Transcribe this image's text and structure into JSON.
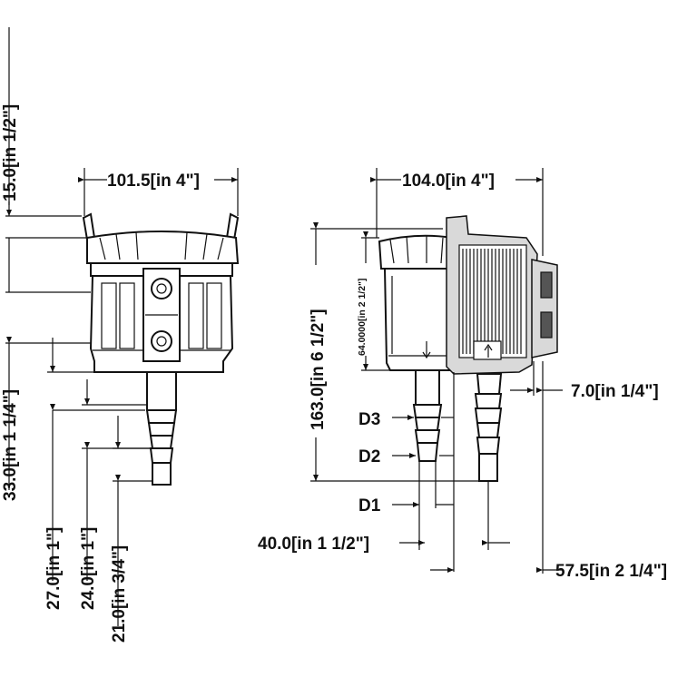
{
  "front_view": {
    "width_label": "101.5[in 4\"]",
    "top_gap_label": "15.0[in  1/2\"]",
    "height_label": "33.0[in 1 1/4\"]",
    "d1_label": "27.0[in 1\"]",
    "d2_label": "24.0[in 1\"]",
    "d3_label": "21.0[in  3/4\"]"
  },
  "side_view": {
    "width_label": "104.0[in 4\"]",
    "height_label": "163.0[in 6 1/2\"]",
    "inner_height_label": "64.0000[in 2 1/2\"]",
    "wall_label": "7.0[in  1/4\"]",
    "port_offset_label": "40.0[in 1 1/2\"]",
    "depth_label": "57.5[in 2 1/4\"]",
    "d3": "D3",
    "d2": "D2",
    "d1": "D1"
  }
}
